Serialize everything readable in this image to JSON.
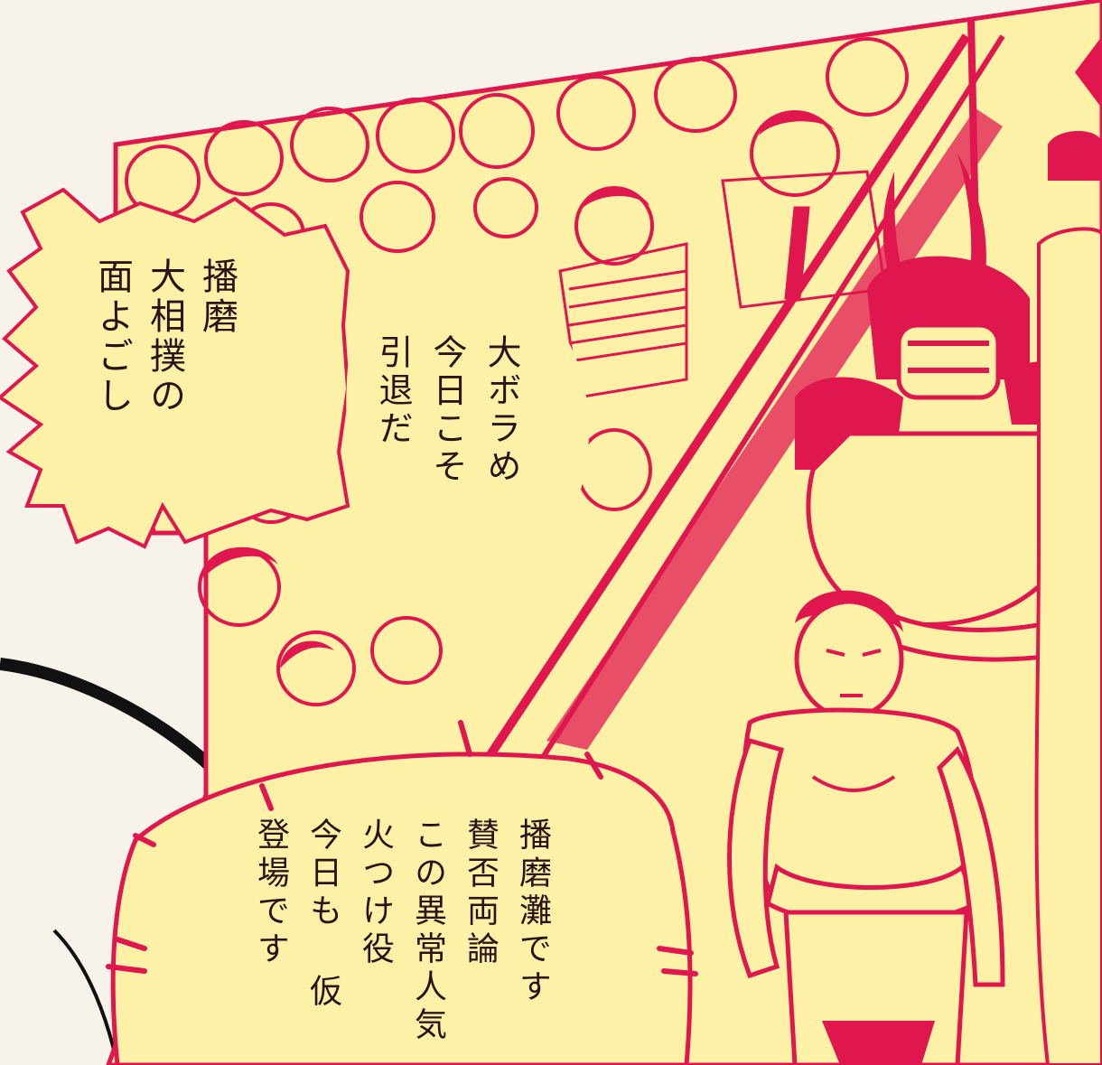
{
  "colors": {
    "ink": "#e0174f",
    "panel": "#fdf1a8",
    "paper": "#f7f3ea",
    "text": "#2a1418",
    "speedline": "#111111"
  },
  "bubbles": {
    "shout": {
      "lines": [
        "播磨",
        "大相撲の",
        "面よごし"
      ]
    },
    "crowd": {
      "lines": [
        "大ボラめ",
        "今日こそ",
        "引退だ"
      ]
    },
    "narration": {
      "lines": [
        "播磨灘です",
        "賛否両論",
        "この異常人気",
        "火つけ役",
        "今日も 仮",
        "登場です"
      ]
    }
  },
  "illustration": {
    "subjects": [
      "crowd",
      "armored-samurai",
      "sumo-wrestler",
      "rope"
    ]
  }
}
